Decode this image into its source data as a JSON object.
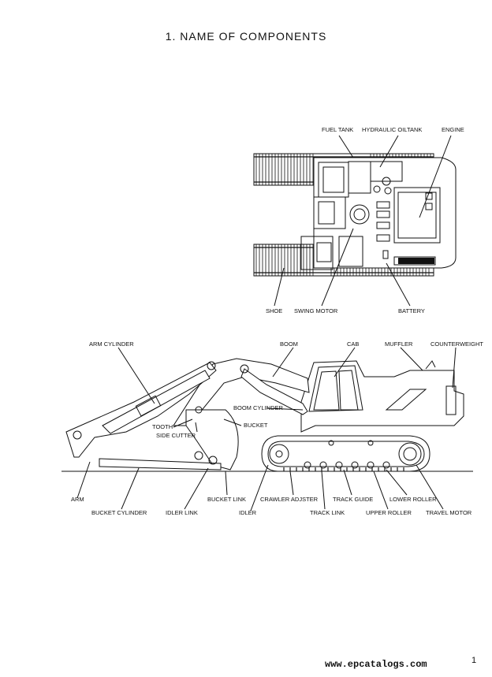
{
  "title": "1.  NAME OF COMPONENTS",
  "top_view_labels": {
    "fuel_tank": "FUEL TANK",
    "hydraulic_oiltank": "HYDRAULIC OILTANK",
    "engine": "ENGINE",
    "shoe": "SHOE",
    "swing_motor": "SWING MOTOR",
    "battery": "BATTERY"
  },
  "side_view_labels": {
    "arm_cylinder": "ARM CYLINDER",
    "boom": "BOOM",
    "cab": "CAB",
    "muffler": "MUFFLER",
    "counterweight": "COUNTERWEIGHT",
    "tooth": "TOOTH",
    "side_cutter": "SIDE CUTTER",
    "bucket": "BUCKET",
    "boom_cylinder": "BOOM CYLINDER",
    "arm": "ARM",
    "bucket_cylinder": "BUCKET CYLINDER",
    "idler_link": "IDLER LINK",
    "bucket_link": "BUCKET LINK",
    "idler": "IDLER",
    "crawler_adjster": "CRAWLER ADJSTER",
    "track_link": "TRACK LINK",
    "track_guide": "TRACK GUIDE",
    "upper_roller": "UPPER ROLLER",
    "lower_roller": "LOWER ROLLER",
    "travel_motor": "TRAVEL MOTOR"
  },
  "footer": {
    "url": "www.epcatalogs.com",
    "page_number": "1"
  }
}
